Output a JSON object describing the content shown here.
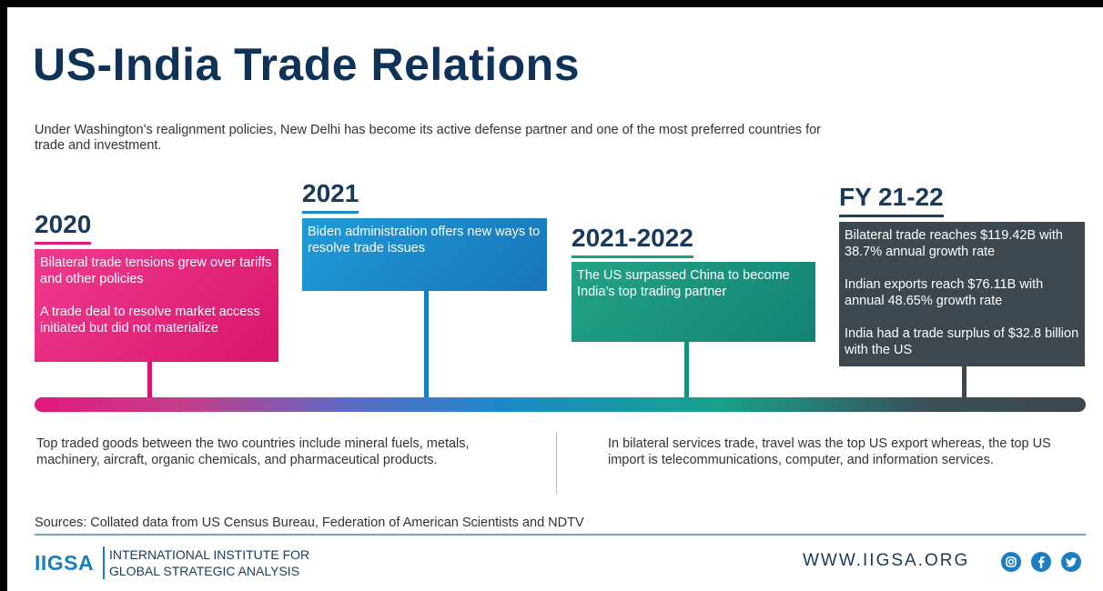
{
  "header": {
    "title": "US-India Trade Relations",
    "intro": "Under Washington’s realignment policies, New Delhi has become its active defense partner and one of the most preferred countries for trade and investment."
  },
  "timeline": {
    "events": [
      {
        "year": "2020",
        "paragraphs": [
          "Bilateral trade tensions grew over tariffs and other policies",
          "A trade deal to resolve market access initiated but did not materialize"
        ],
        "color": "#e2197b"
      },
      {
        "year": "2021",
        "paragraphs": [
          "Biden administration offers new ways to resolve trade issues"
        ],
        "color": "#1c8ac8"
      },
      {
        "year": "2021-2022",
        "paragraphs": [
          "The US surpassed China to become India’s top trading partner"
        ],
        "color": "#1a9e83"
      },
      {
        "year": "FY 21-22",
        "paragraphs": [
          "Bilateral trade reaches $119.42B with 38.7% annual growth rate",
          "Indian exports reach $76.11B with annual 48.65% growth rate",
          "India had a trade surplus of $32.8 billion with the US"
        ],
        "color": "#3d474d"
      }
    ]
  },
  "notes": {
    "goods": "Top traded goods between the two countries include mineral fuels, metals, machinery, aircraft, organic chemicals, and pharmaceutical products.",
    "services": "In bilateral services trade, travel was the top US export whereas, the top US import is telecommunications, computer, and information services."
  },
  "footer": {
    "sources": "Sources: Collated data from US Census Bureau, Federation of American Scientists and NDTV",
    "logo_mark": "IIGSA",
    "logo_line1": "INTERNATIONAL INSTITUTE FOR",
    "logo_line2": "GLOBAL STRATEGIC ANALYSIS",
    "website": "WWW.IIGSA.ORG",
    "social_icons": [
      "instagram-icon",
      "facebook-icon",
      "twitter-icon"
    ]
  }
}
